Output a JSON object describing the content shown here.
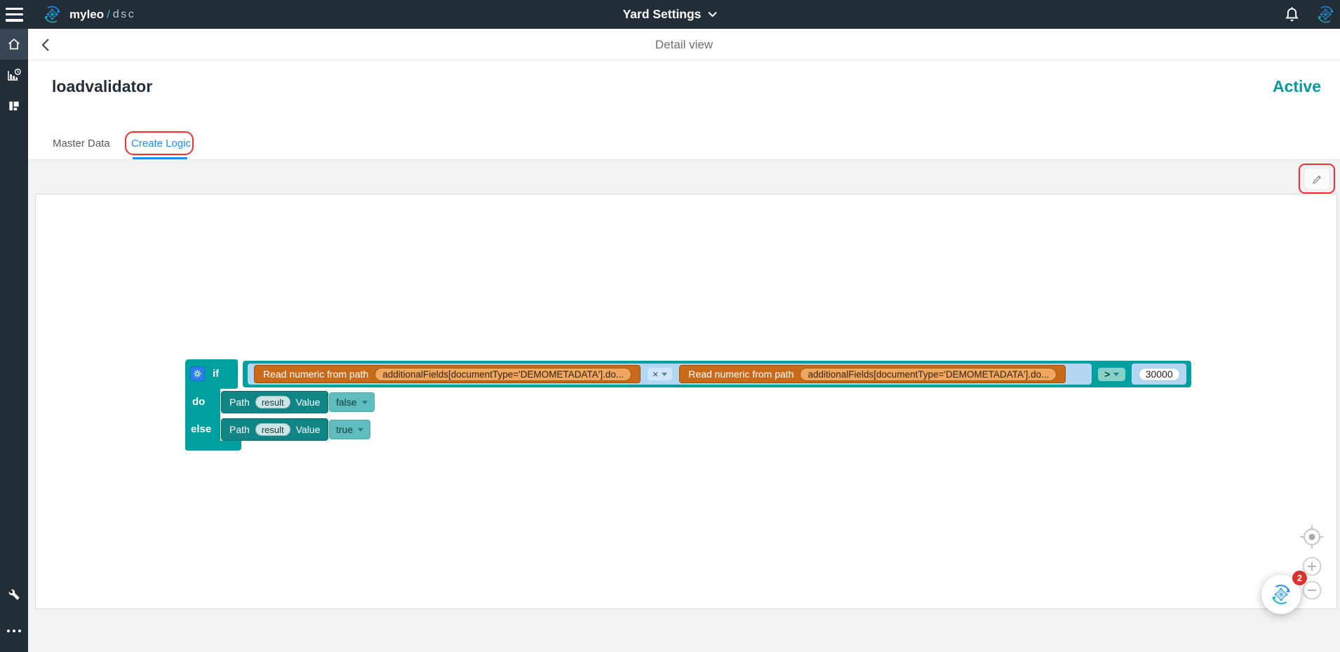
{
  "navbar": {
    "brand": "myleo",
    "brand_separator": "/",
    "brand_product": "dsc",
    "page_title": "Yard Settings"
  },
  "view_header": {
    "title": "Detail view"
  },
  "record": {
    "name": "loadvalidator",
    "status": "Active"
  },
  "tabs": {
    "master_data": "Master Data",
    "create_logic": "Create Logic"
  },
  "blockly": {
    "if_label": "if",
    "do_label": "do",
    "else_label": "else",
    "read_numeric": {
      "label": "Read numeric from path",
      "path_value": "additionalFields[documentType='DEMOMETADATA'].do..."
    },
    "multiply_operator": "×",
    "compare_operator": ">",
    "compare_value": "30000",
    "set_result": {
      "path_label": "Path",
      "path_field": "result",
      "value_label": "Value",
      "do_value": "false",
      "else_value": "true"
    }
  },
  "chat_button": {
    "badge_count": "2"
  },
  "colors": {
    "navbar_bg": "#222d38",
    "accent_blue": "#1890ff",
    "status_active_teal": "#08979c",
    "annotation_red": "#fa2c2c",
    "block_teal": "#00a0a0",
    "block_dark_teal": "#0f8585",
    "block_light_blue": "#b3d6f2",
    "block_orange": "#c9691a",
    "badge_red": "#d9342b"
  }
}
